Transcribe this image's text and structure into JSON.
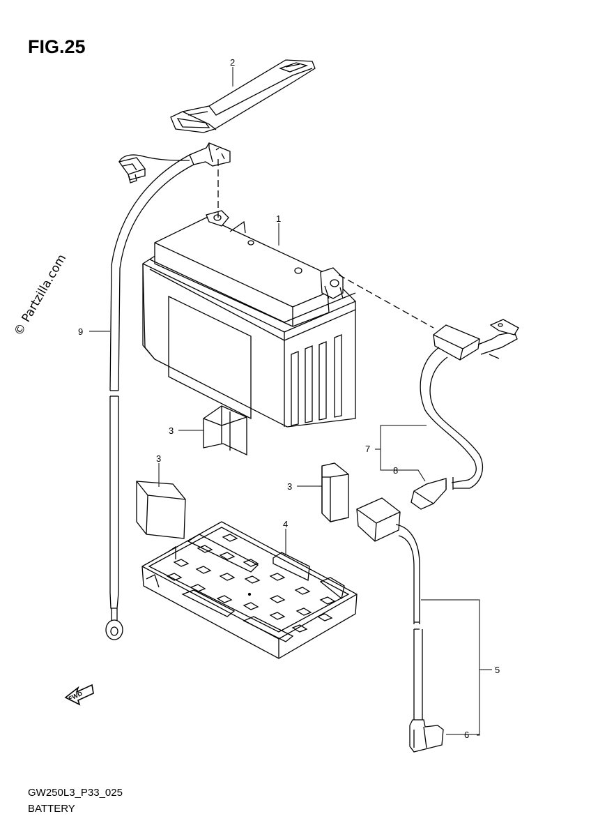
{
  "figure": {
    "title": "FIG.25",
    "code": "GW250L3_P33_025",
    "name": "BATTERY",
    "watermark": "© Partzilla.com",
    "fwd_label": "FWD"
  },
  "callouts": [
    {
      "id": "c1",
      "label": "1"
    },
    {
      "id": "c2",
      "label": "2"
    },
    {
      "id": "c3a",
      "label": "3"
    },
    {
      "id": "c3b",
      "label": "3"
    },
    {
      "id": "c3c",
      "label": "3"
    },
    {
      "id": "c4",
      "label": "4"
    },
    {
      "id": "c5",
      "label": "5"
    },
    {
      "id": "c6",
      "label": "6"
    },
    {
      "id": "c7",
      "label": "7"
    },
    {
      "id": "c8",
      "label": "8"
    },
    {
      "id": "c9",
      "label": "9"
    }
  ]
}
